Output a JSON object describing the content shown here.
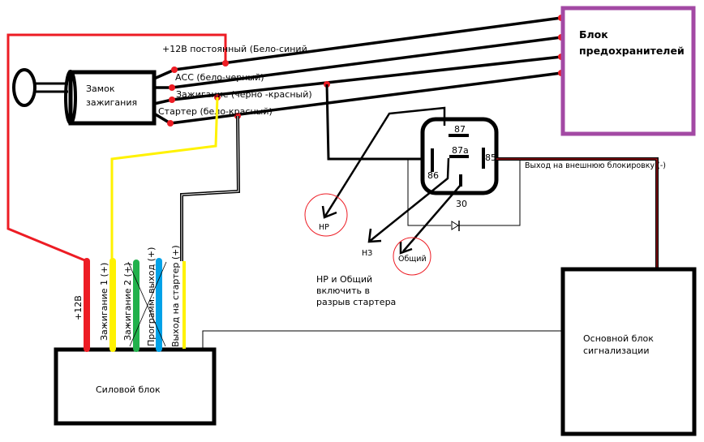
{
  "colors": {
    "red": "#ed1c24",
    "yellow": "#fff200",
    "green": "#22b14c",
    "blue": "#00a2e8",
    "purple": "#a349a4",
    "black": "#000000"
  },
  "ignition_switch": {
    "label_line1": "Замок",
    "label_line2": "зажигания"
  },
  "switch_wires": [
    {
      "label": "+12В постоянный (Бело-синий"
    },
    {
      "label": "АСС (бело-черный)"
    },
    {
      "label": "Зажигание (черно -красный)"
    },
    {
      "label": "Стартер (бело-красный)"
    }
  ],
  "fuse_block": {
    "label_line1": "Блок",
    "label_line2": "предохранителей"
  },
  "relay": {
    "pins": [
      "87",
      "87a",
      "86",
      "85",
      "30"
    ]
  },
  "relay_output": {
    "label": "Выход на внешнюю блокировку (-)"
  },
  "contacts": {
    "no": "НР",
    "nc": "НЗ",
    "common": "Общий"
  },
  "note": {
    "line1": "НР и Общий",
    "line2": "включить в",
    "line3": "разрыв стартера"
  },
  "power_block": {
    "label": "Силовой блок",
    "wires": [
      {
        "label": "+12В",
        "color": "red"
      },
      {
        "label": "Зажигание 1 (+)",
        "color": "yellow"
      },
      {
        "label": "Зажигание 2 (+)",
        "color": "green"
      },
      {
        "label": "Программ. выход (+)",
        "color": "blue"
      },
      {
        "label": "Выход на стартер (+)",
        "color": "yellow"
      }
    ]
  },
  "main_block": {
    "label_line1": "Основной блок",
    "label_line2": "сигнализации"
  }
}
